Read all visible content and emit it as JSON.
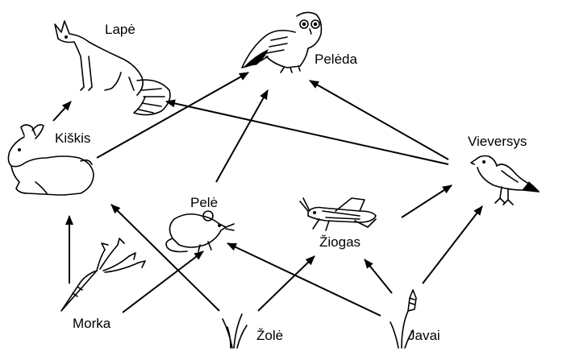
{
  "labels": {
    "fox": "Lapė",
    "owl": "Pelėda",
    "rabbit": "Kiškis",
    "skylark": "Vieversys",
    "mouse": "Pelė",
    "grasshopper": "Žiogas",
    "carrot": "Morka",
    "grass": "Žolė",
    "grain": "Javai"
  },
  "edges": [
    {
      "from": "Morka",
      "to": "Kiškis"
    },
    {
      "from": "Žolė",
      "to": "Kiškis"
    },
    {
      "from": "Žolė",
      "to": "Pelė"
    },
    {
      "from": "Žolė",
      "to": "Žiogas"
    },
    {
      "from": "Morka",
      "to": "Pelė"
    },
    {
      "from": "Javai",
      "to": "Pelė"
    },
    {
      "from": "Javai",
      "to": "Žiogas"
    },
    {
      "from": "Javai",
      "to": "Vieversys"
    },
    {
      "from": "Žiogas",
      "to": "Vieversys"
    },
    {
      "from": "Kiškis",
      "to": "Lapė"
    },
    {
      "from": "Kiškis",
      "to": "Pelėda"
    },
    {
      "from": "Pelė",
      "to": "Pelėda"
    },
    {
      "from": "Vieversys",
      "to": "Pelėda"
    },
    {
      "from": "Vieversys",
      "to": "Lapė"
    }
  ]
}
